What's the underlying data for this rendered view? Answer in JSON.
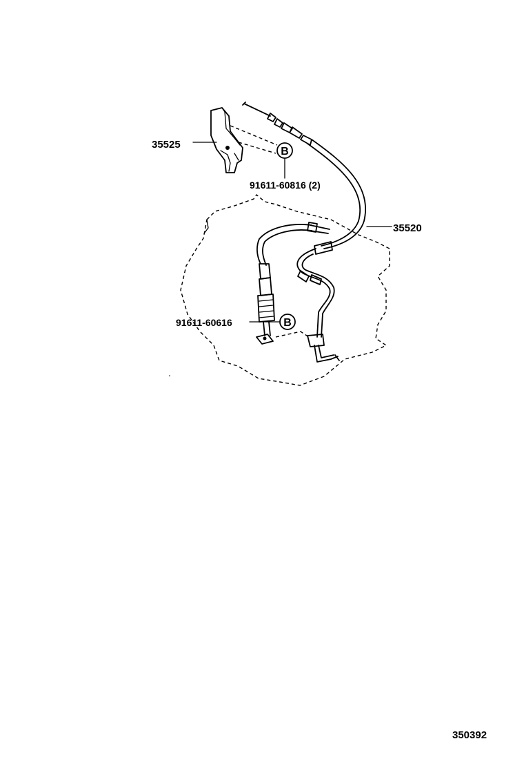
{
  "diagram": {
    "parts": {
      "bracket": "35525",
      "cable": "35520",
      "bolt_upper": "91611-60816 (2)",
      "bolt_lower": "91611-60616"
    },
    "callouts": {
      "upper": "B",
      "lower": "B"
    },
    "illustration_number": "350392"
  }
}
